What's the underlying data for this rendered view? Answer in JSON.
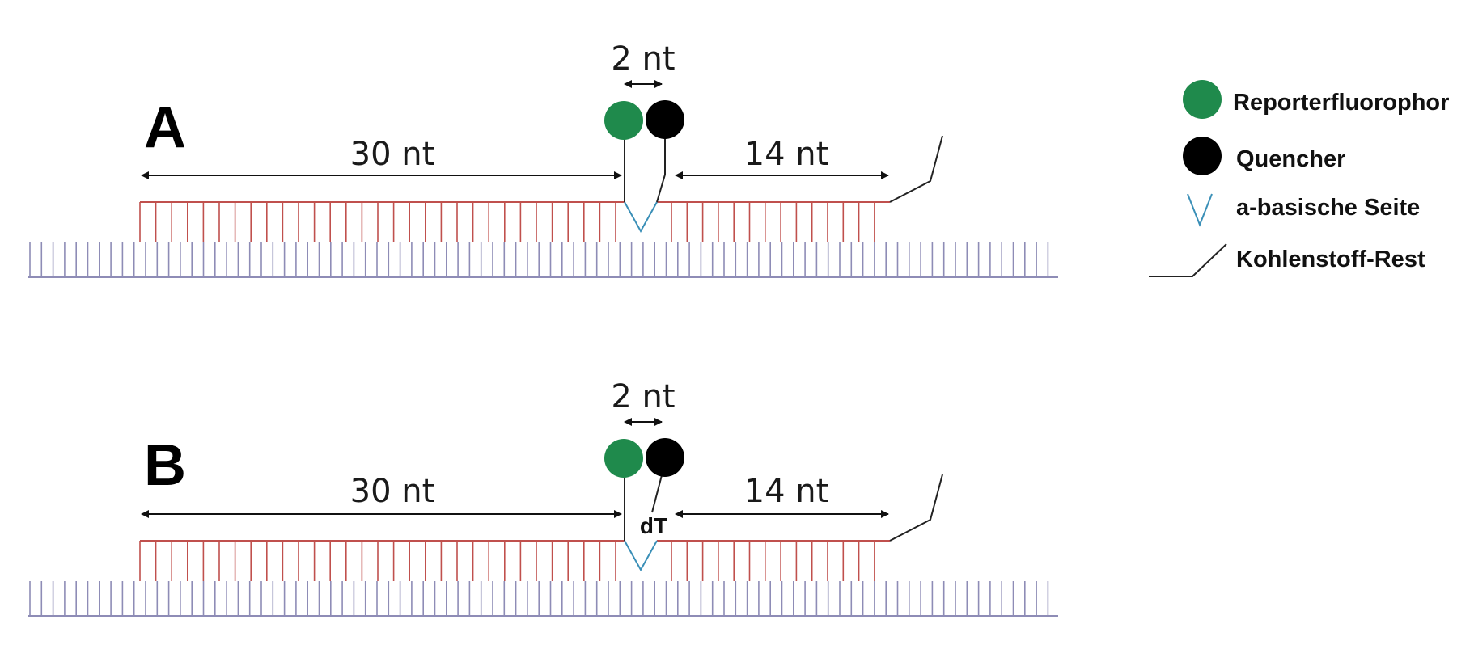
{
  "panels": [
    {
      "id": "A",
      "label": "A",
      "left_length": "30 nt",
      "gap_length": "2 nt",
      "right_length": "14 nt",
      "quencher_attachment": ""
    },
    {
      "id": "B",
      "label": "B",
      "left_length": "30 nt",
      "gap_length": "2 nt",
      "right_length": "14 nt",
      "quencher_attachment": "dT"
    }
  ],
  "legend": [
    {
      "symbol": "green-circle",
      "label": "Reporterfluorophor"
    },
    {
      "symbol": "black-circle",
      "label": "Quencher"
    },
    {
      "symbol": "v-mark",
      "label": "a-basische Seite"
    },
    {
      "symbol": "carbon-linker",
      "label": "Kohlenstoff-Rest"
    }
  ],
  "colors": {
    "probe_strand": "#c0504d",
    "target_strand": "#8e8cb6",
    "reporter": "#1f8a4c",
    "quencher": "#000000",
    "abasic_site": "#3a8fb7",
    "text": "#1a1a1a"
  }
}
